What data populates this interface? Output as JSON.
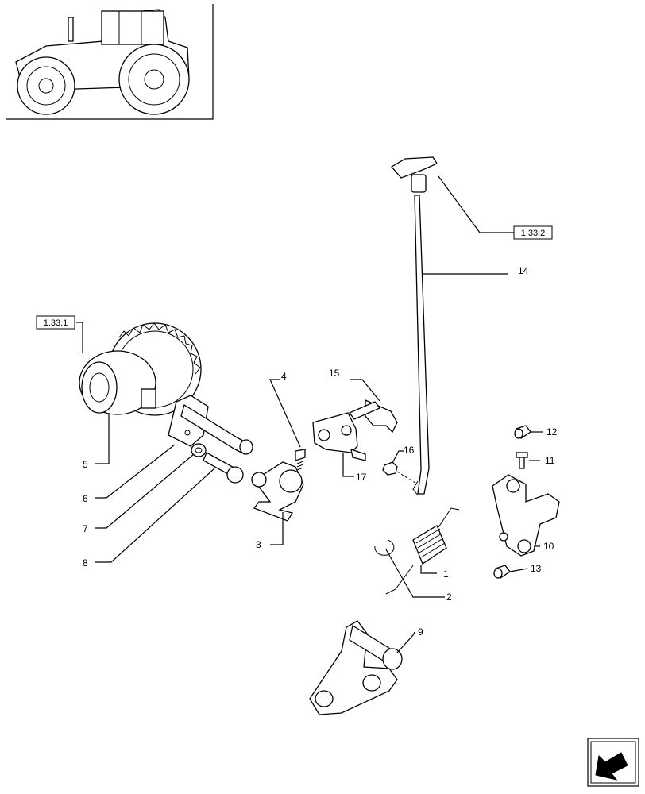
{
  "diagram": {
    "references": [
      {
        "id": "ref-1-33-2",
        "label": "1.33.2"
      },
      {
        "id": "ref-1-33-1",
        "label": "1.33.1"
      }
    ],
    "callouts": {
      "c1": "1",
      "c2": "2",
      "c3": "3",
      "c4": "4",
      "c5": "5",
      "c6": "6",
      "c7": "7",
      "c8": "8",
      "c9": "9",
      "c10": "10",
      "c11": "11",
      "c12": "12",
      "c13": "13",
      "c14": "14",
      "c15": "15",
      "c16": "16",
      "c17": "17"
    }
  },
  "icons": {
    "thumbnail": "tractor-thumbnail-icon",
    "navigation": "previous-page-arrow-icon"
  },
  "colors": {
    "ink": "#000000",
    "paper": "#ffffff"
  }
}
